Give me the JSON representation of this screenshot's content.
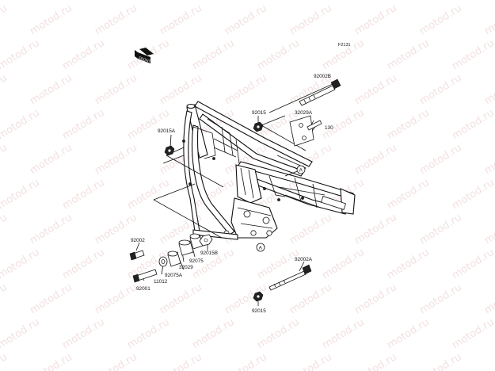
{
  "figure_code": "F2131",
  "watermark_text": "motod.ru",
  "front_icon_label": "FRONT",
  "callout_letter": "A",
  "callout_letter_2": "A",
  "labels": {
    "p92002B": "92002B",
    "p92015_top": "92015",
    "p32029A": "32029A",
    "p130": "130",
    "p92015A": "92015A",
    "p92002": "92002",
    "p92015B": "92015B",
    "p92075": "92075",
    "p32029": "32029",
    "p92075A": "92075A",
    "p11012": "11012",
    "p92001": "92001",
    "p92002A": "92002A",
    "p92015_bottom": "92015"
  },
  "colors": {
    "line": "#111111",
    "watermark": "#e4bcbc",
    "background": "#ffffff"
  }
}
